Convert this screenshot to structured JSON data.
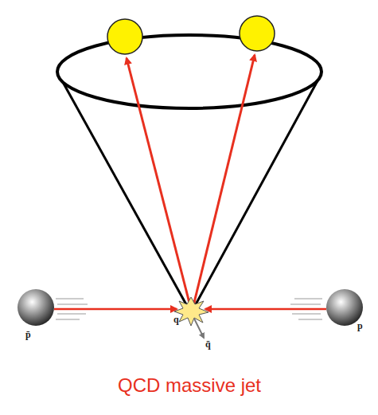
{
  "diagram": {
    "caption": "QCD massive jet",
    "labels": [
      "p̄",
      "q",
      "p",
      "q̄"
    ]
  }
}
